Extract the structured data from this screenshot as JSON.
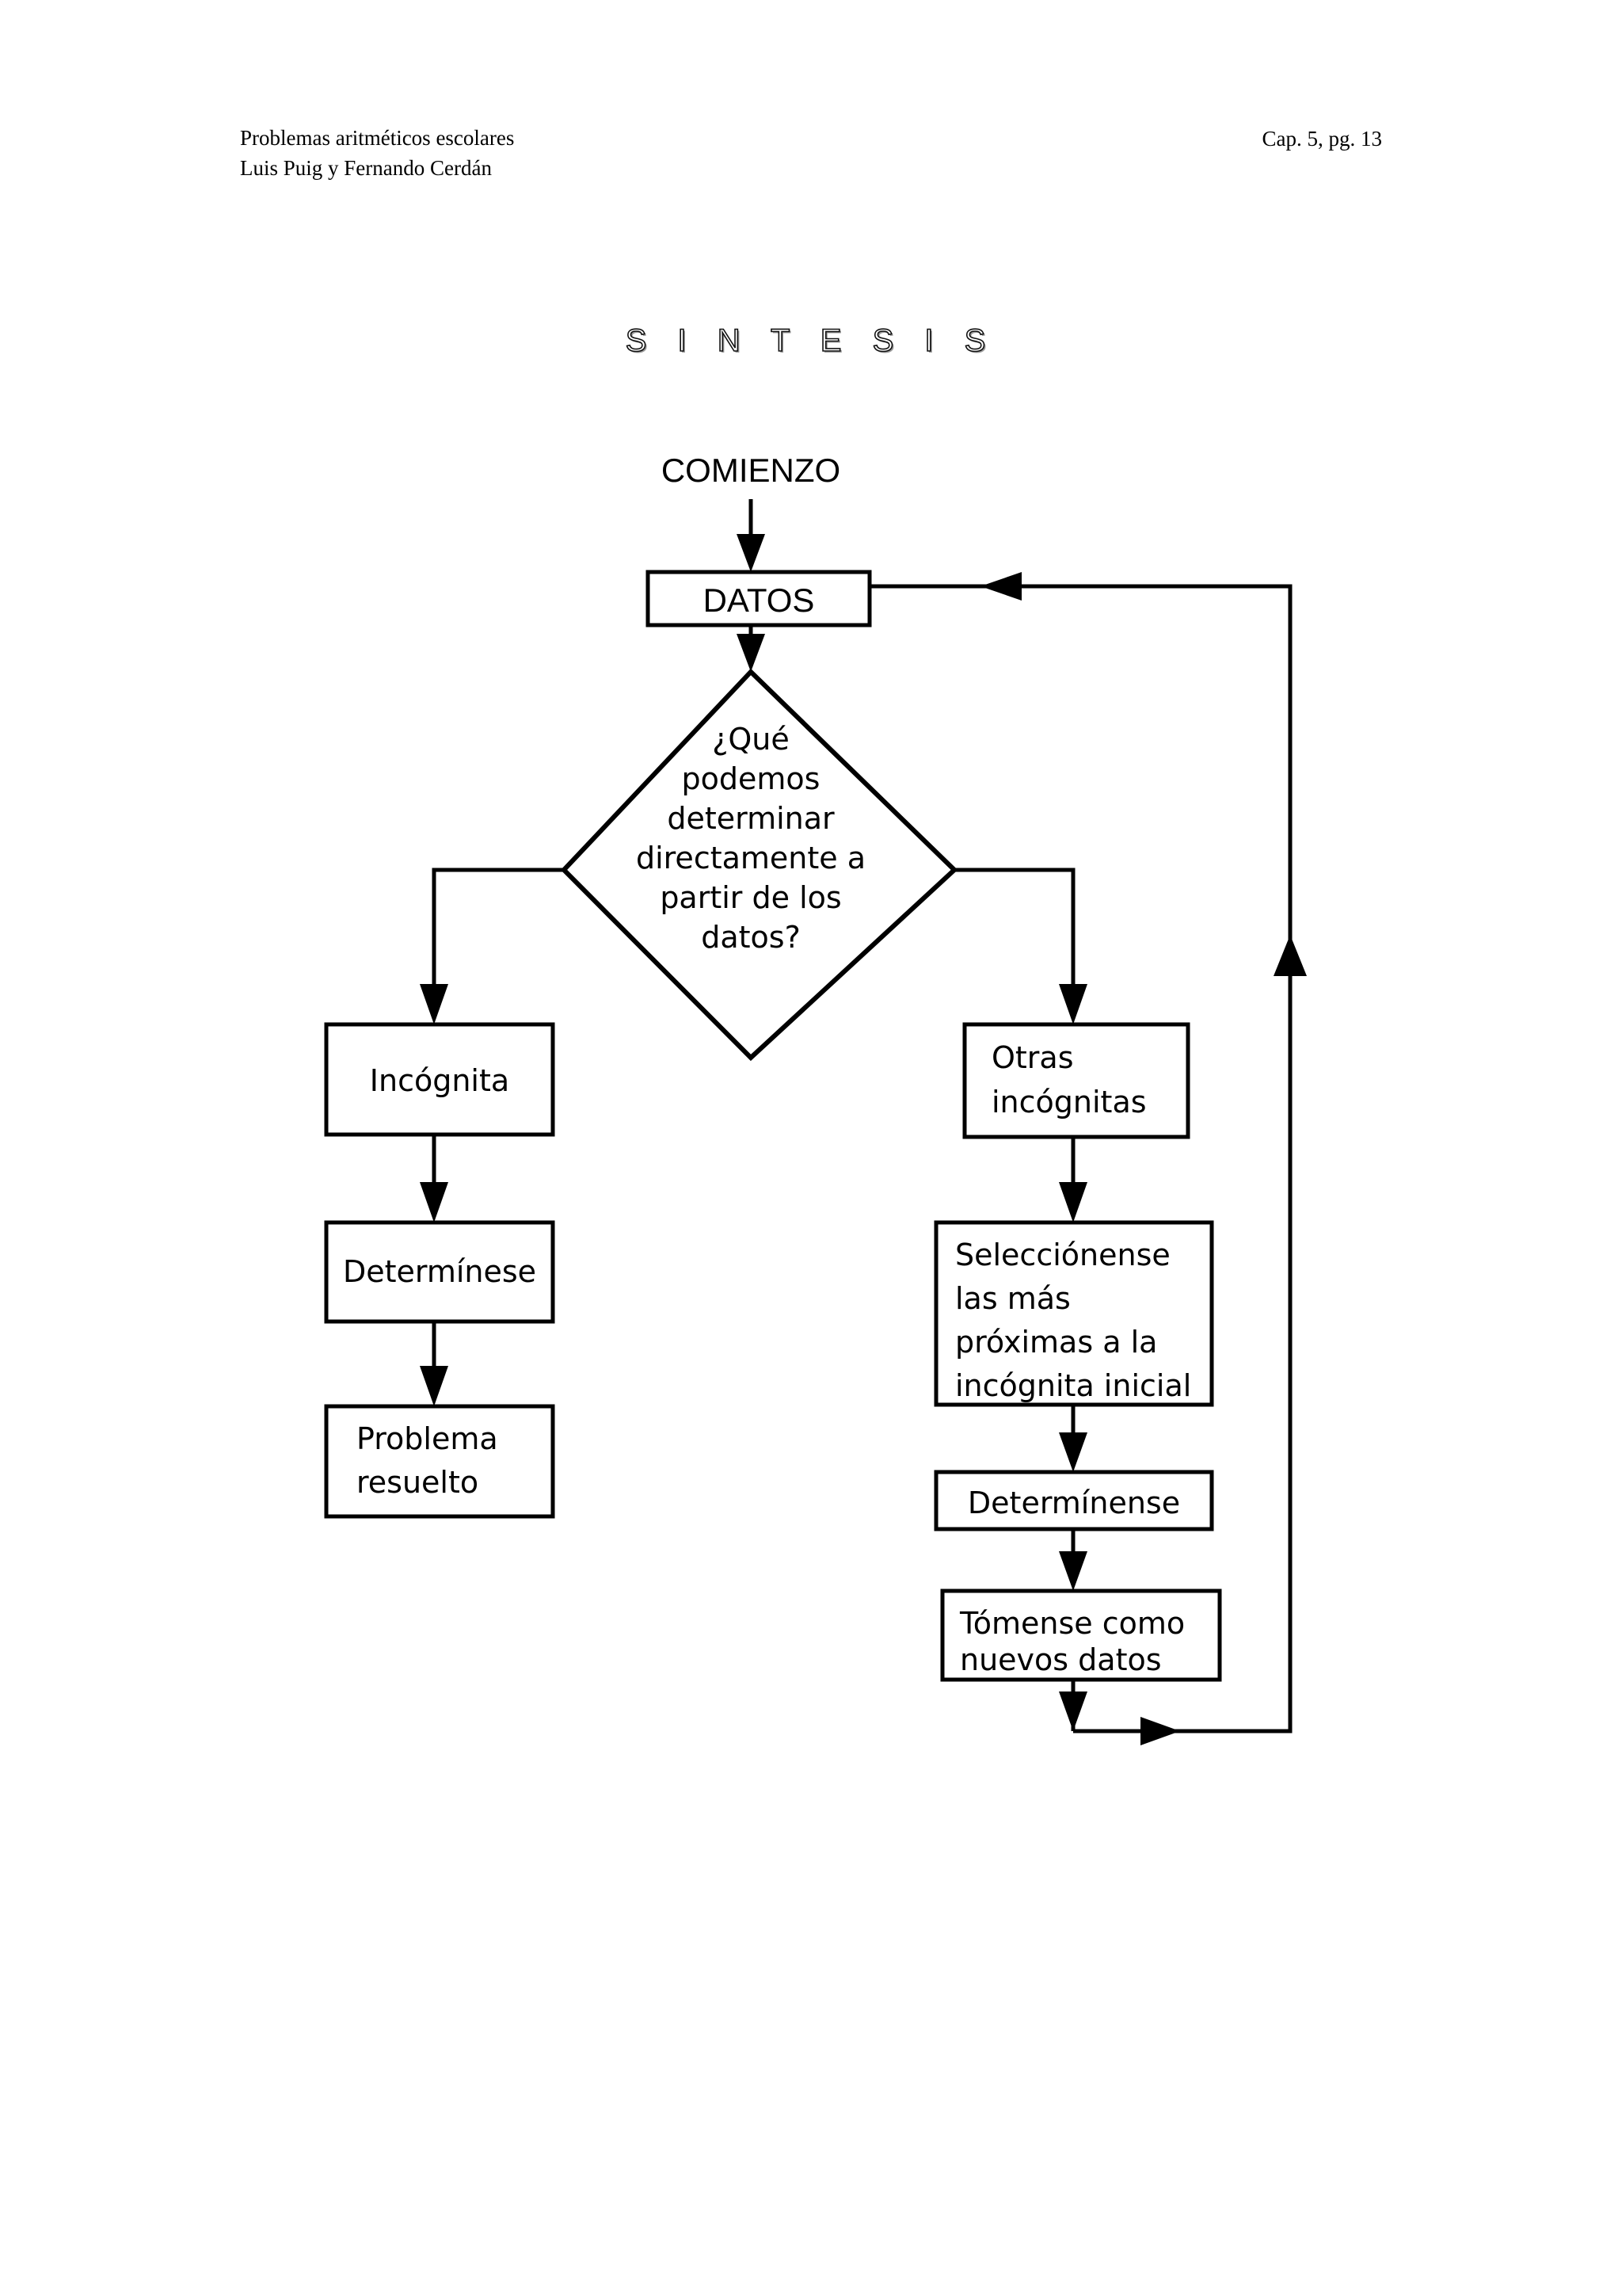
{
  "header": {
    "left_line1": "Problemas aritméticos escolares",
    "left_line2": "Luis Puig y Fernando Cerdán",
    "right": "Cap. 5, pg. 13"
  },
  "diagram": {
    "title": "S I N T E S I S",
    "start_label": "COMIENZO",
    "nodes": {
      "datos": "DATOS",
      "decision": {
        "line1": "¿Qué",
        "line2": "podemos",
        "line3": "determinar",
        "line4": "directamente a",
        "line5": "partir de los",
        "line6": "datos?"
      },
      "incognita": "Incógnita",
      "determinese": "Determínese",
      "problema_resuelto": {
        "line1": "Problema",
        "line2": "resuelto"
      },
      "otras_incognitas": {
        "line1": "Otras",
        "line2": "incógnitas"
      },
      "seleccionense": {
        "line1": "Selecciónense",
        "line2": "las más",
        "line3": "próximas a la",
        "line4": "incógnita inicial"
      },
      "determinense": "Determínense",
      "tomense": {
        "line1": "Tómense como",
        "line2": "nuevos datos"
      }
    },
    "colors": {
      "stroke": "#000000",
      "fill": "#ffffff",
      "text": "#000000"
    }
  }
}
